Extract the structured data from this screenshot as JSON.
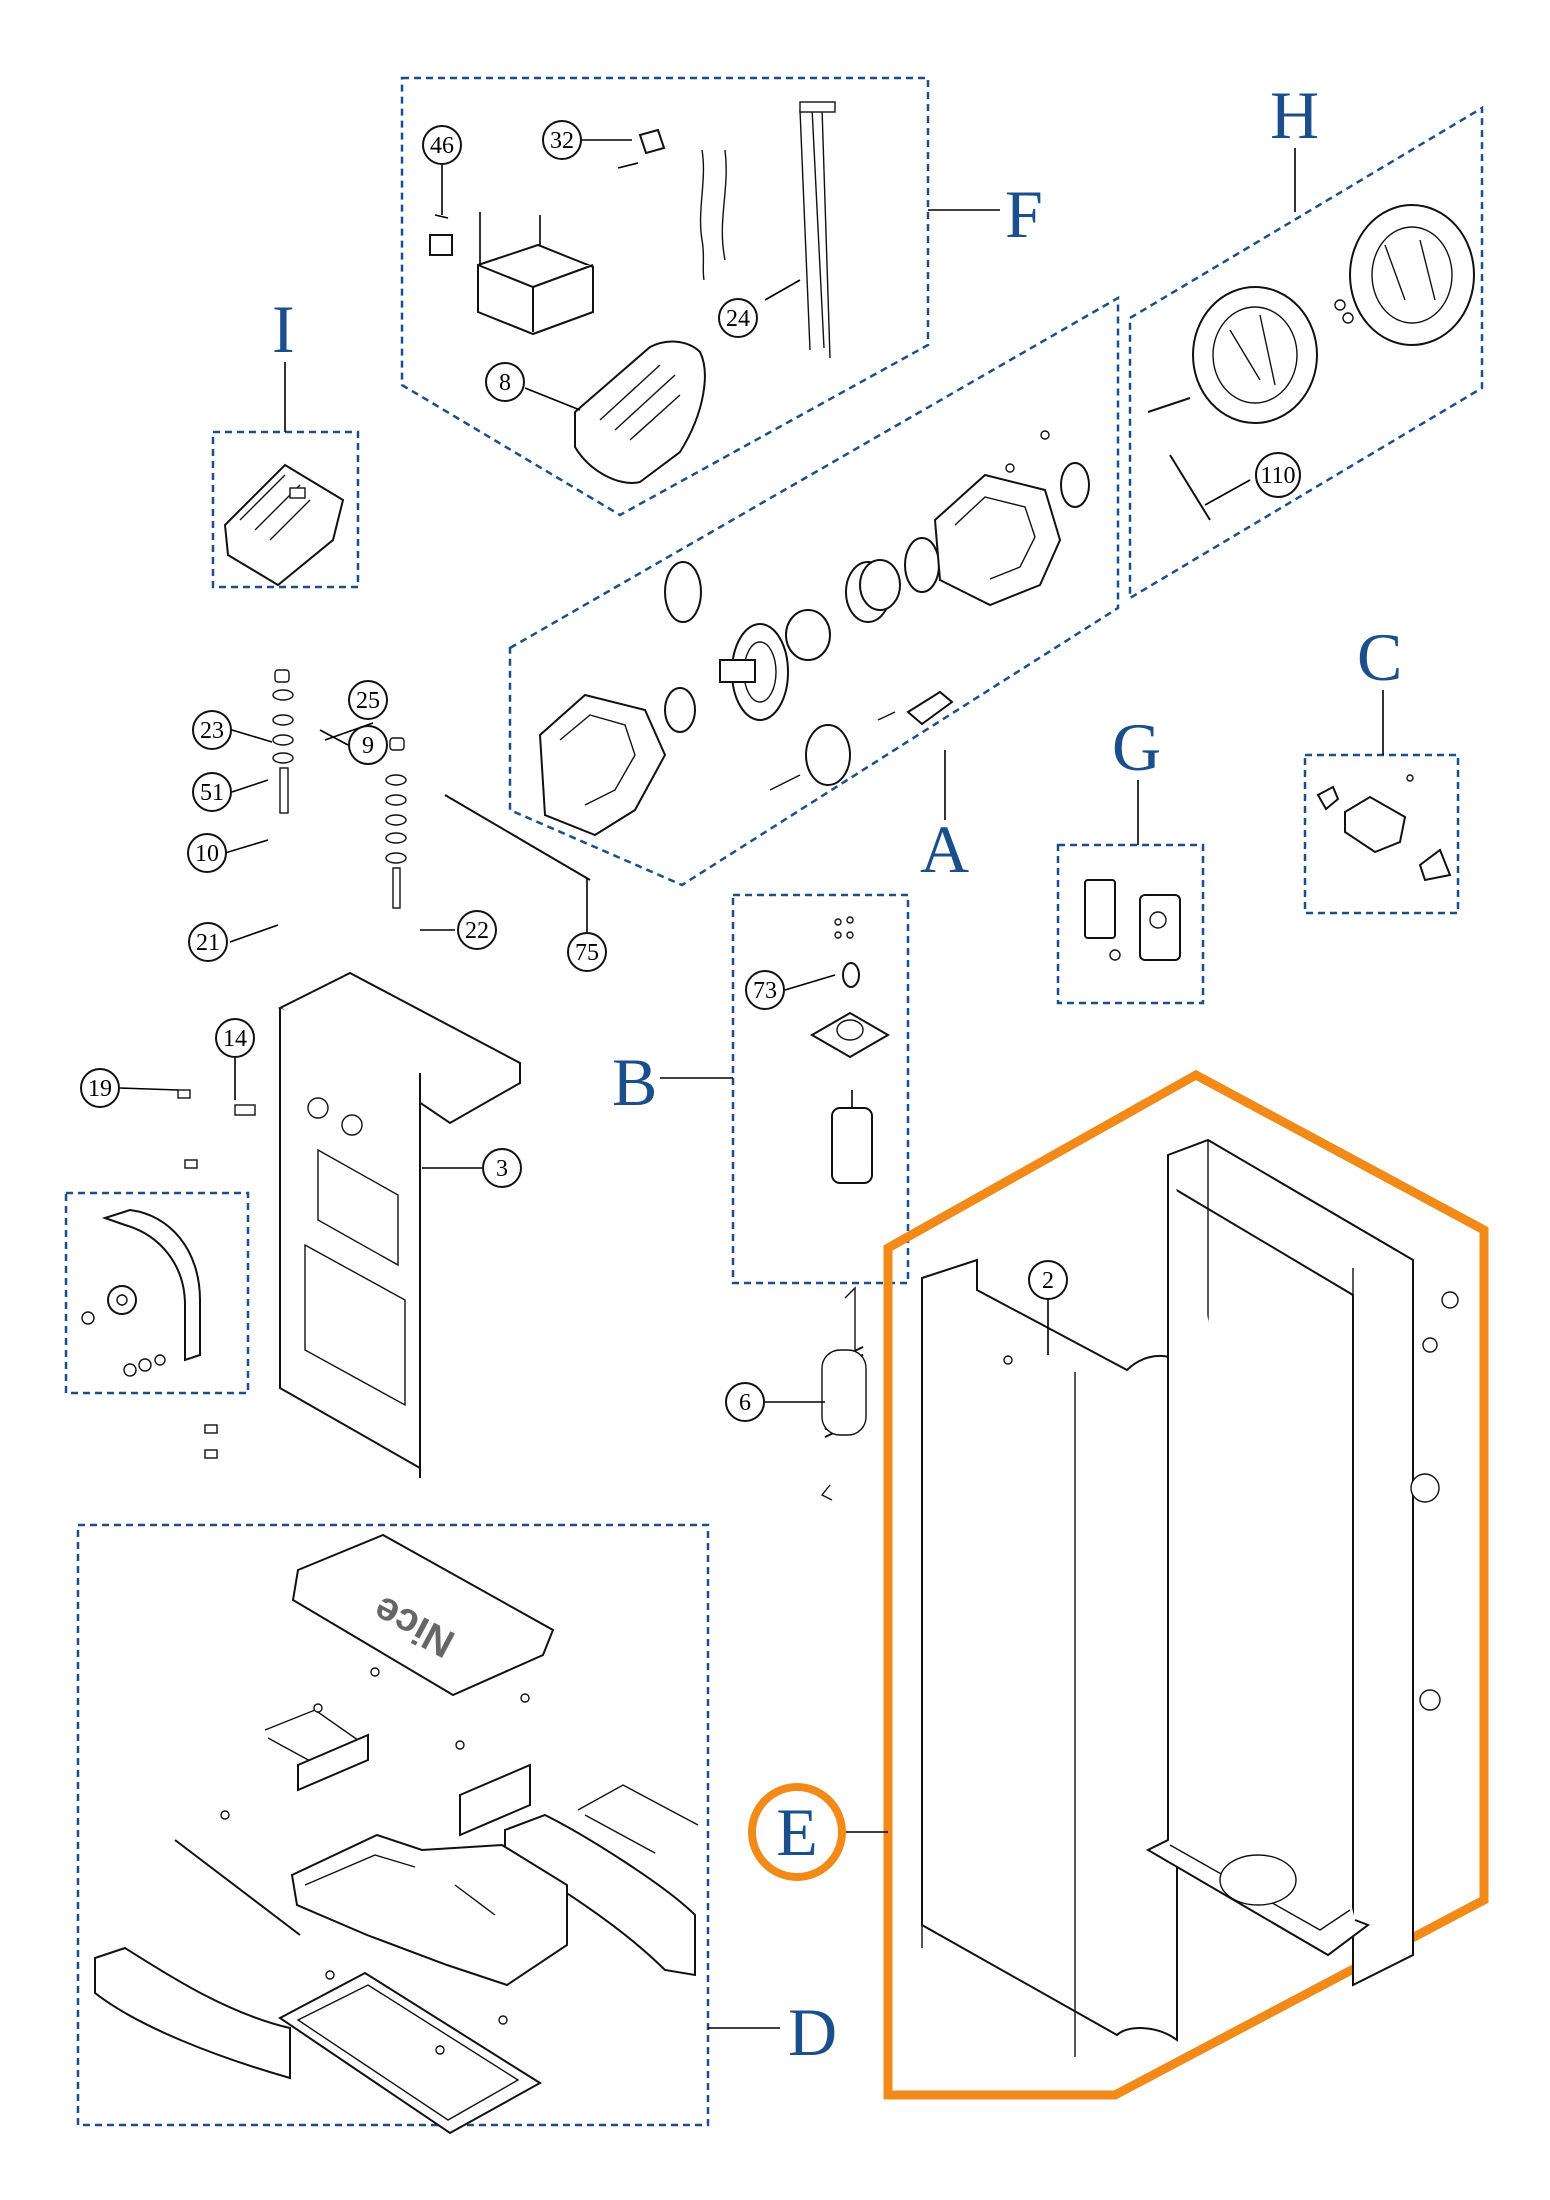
{
  "colors": {
    "group_frame": "#1b4f8c",
    "group_letter": "#1b4f8c",
    "highlight": "#f28a1a",
    "line": "#111111"
  },
  "groups": {
    "A": "A",
    "B": "B",
    "C": "C",
    "D": "D",
    "E": "E",
    "F": "F",
    "G": "G",
    "H": "H",
    "I": "I"
  },
  "callouts": {
    "c2": "2",
    "c3": "3",
    "c6": "6",
    "c8": "8",
    "c9": "9",
    "c10": "10",
    "c14": "14",
    "c19": "19",
    "c21": "21",
    "c22": "22",
    "c23": "23",
    "c24": "24",
    "c25": "25",
    "c32": "32",
    "c46": "46",
    "c51": "51",
    "c73": "73",
    "c75": "75",
    "c110": "110"
  },
  "cover_logo_text": "Nice"
}
